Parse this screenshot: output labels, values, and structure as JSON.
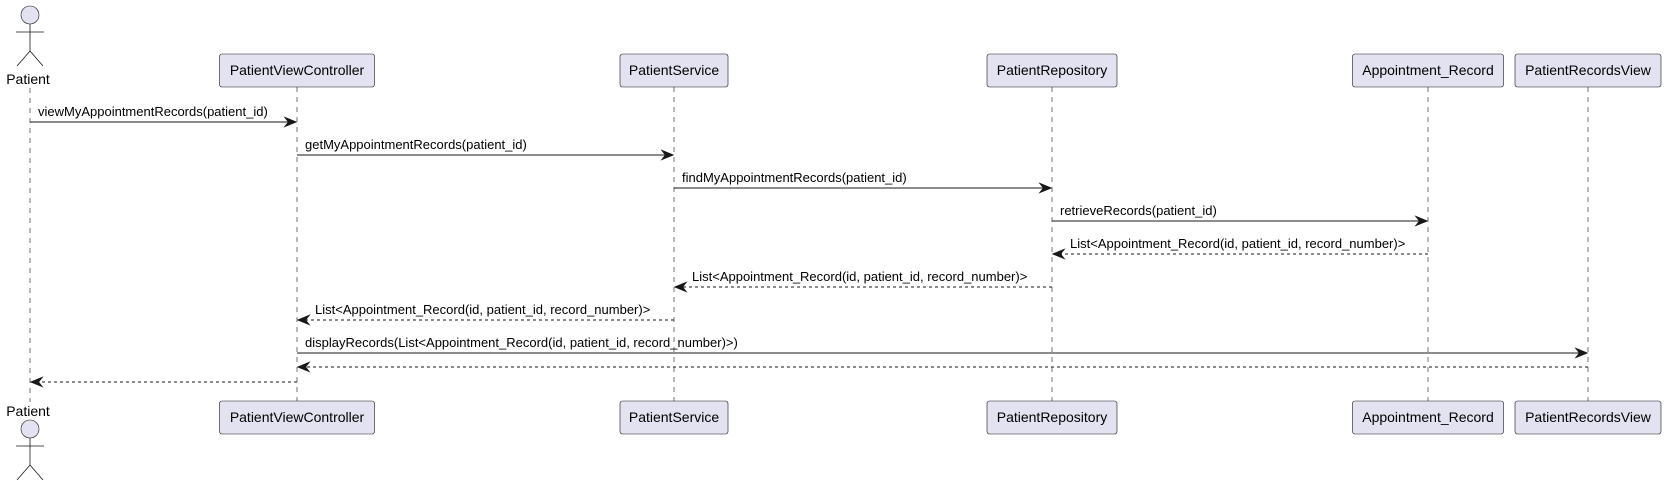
{
  "participants": [
    {
      "id": "patient",
      "name": "Patient",
      "kind": "actor"
    },
    {
      "id": "pvc",
      "name": "PatientViewController",
      "kind": "participant"
    },
    {
      "id": "ps",
      "name": "PatientService",
      "kind": "participant"
    },
    {
      "id": "pr",
      "name": "PatientRepository",
      "kind": "participant"
    },
    {
      "id": "ar",
      "name": "Appointment_Record",
      "kind": "participant"
    },
    {
      "id": "prv",
      "name": "PatientRecordsView",
      "kind": "participant"
    }
  ],
  "messages": [
    {
      "from": "patient",
      "to": "pvc",
      "label": "viewMyAppointmentRecords(patient_id)",
      "style": "solid"
    },
    {
      "from": "pvc",
      "to": "ps",
      "label": "getMyAppointmentRecords(patient_id)",
      "style": "solid"
    },
    {
      "from": "ps",
      "to": "pr",
      "label": "findMyAppointmentRecords(patient_id)",
      "style": "solid"
    },
    {
      "from": "pr",
      "to": "ar",
      "label": "retrieveRecords(patient_id)",
      "style": "solid"
    },
    {
      "from": "ar",
      "to": "pr",
      "label": "List<Appointment_Record(id, patient_id, record_number)>",
      "style": "dashed"
    },
    {
      "from": "pr",
      "to": "ps",
      "label": "List<Appointment_Record(id, patient_id, record_number)>",
      "style": "dashed"
    },
    {
      "from": "ps",
      "to": "pvc",
      "label": "List<Appointment_Record(id, patient_id, record_number)>",
      "style": "dashed"
    },
    {
      "from": "pvc",
      "to": "prv",
      "label": "displayRecords(List<Appointment_Record(id, patient_id, record_number)>)",
      "style": "solid"
    },
    {
      "from": "prv",
      "to": "pvc",
      "label": "",
      "style": "dashed"
    },
    {
      "from": "pvc",
      "to": "patient",
      "label": "",
      "style": "dashed"
    }
  ],
  "colors": {
    "participant_fill": "#E2E2F0",
    "line": "#181818",
    "text": "#000000"
  }
}
